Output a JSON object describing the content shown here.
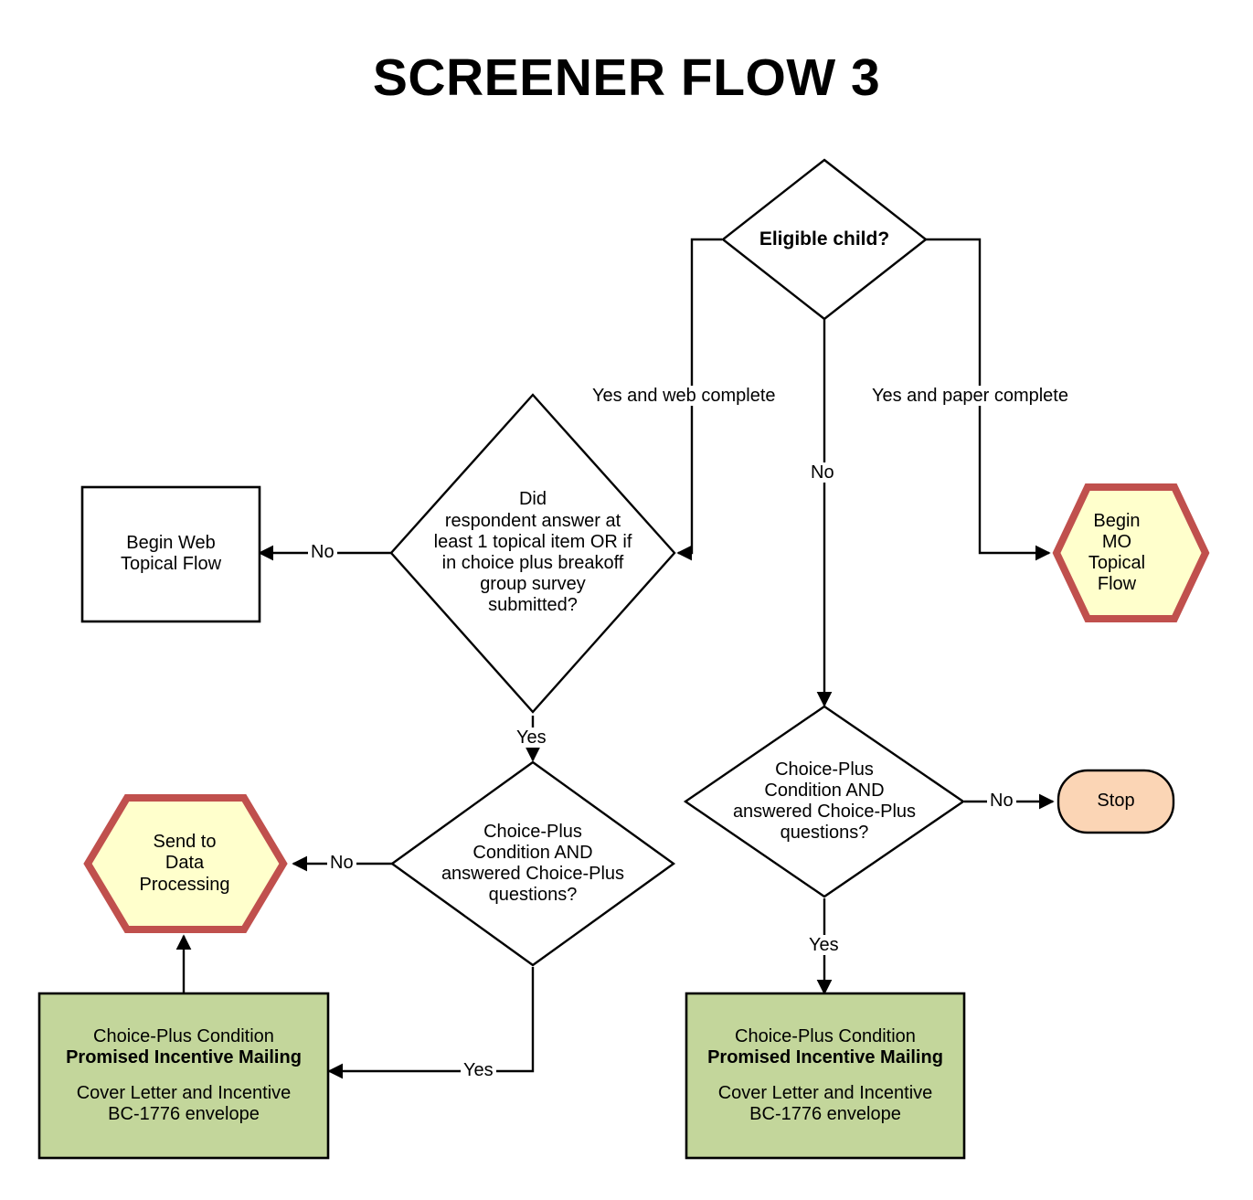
{
  "title": "SCREENER FLOW 3",
  "palette": {
    "background": "#FFFFFF",
    "stroke": "#000000",
    "hexagon_fill": "#FFFFCC",
    "hexagon_border": "#C0504D",
    "terminator_fill": "#FBD5B5",
    "process_green_fill": "#C3D69B",
    "process_white_fill": "#FFFFFF"
  },
  "nodes": {
    "eligible_child": {
      "shape": "decision",
      "text": "Eligible child?"
    },
    "topical_item_check": {
      "shape": "decision",
      "text": "Did\nrespondent answer at\nleast 1 topical item OR if\nin choice plus breakoff\ngroup survey\nsubmitted?"
    },
    "begin_web_topical_flow": {
      "shape": "process",
      "text": "Begin Web\nTopical Flow"
    },
    "begin_mo_topical_flow": {
      "shape": "hexagon",
      "text": "Begin\nMO\nTopical\nFlow"
    },
    "choice_plus_left": {
      "shape": "decision",
      "text": "Choice-Plus\nCondition AND\nanswered Choice-Plus\nquestions?"
    },
    "choice_plus_right": {
      "shape": "decision",
      "text": "Choice-Plus\nCondition AND\nanswered Choice-Plus\nquestions?"
    },
    "send_to_data_processing": {
      "shape": "hexagon",
      "text": "Send to\nData\nProcessing"
    },
    "stop": {
      "shape": "terminator",
      "text": "Stop"
    },
    "mailing_left": {
      "shape": "process",
      "line1": "Choice-Plus Condition",
      "line2": "Promised Incentive Mailing",
      "line3": "Cover Letter and Incentive\nBC-1776 envelope"
    },
    "mailing_right": {
      "shape": "process",
      "line1": "Choice-Plus Condition",
      "line2": "Promised Incentive Mailing",
      "line3": "Cover Letter and Incentive\nBC-1776 envelope"
    }
  },
  "edges": {
    "yes_web_complete": "Yes and web complete",
    "no_eligible": "No",
    "yes_paper_complete": "Yes and paper complete",
    "no_to_web_topical": "No",
    "yes_topical": "Yes",
    "no_to_data_processing": "No",
    "yes_to_mailing_left": "Yes",
    "no_to_stop": "No",
    "yes_to_mailing_right": "Yes"
  }
}
